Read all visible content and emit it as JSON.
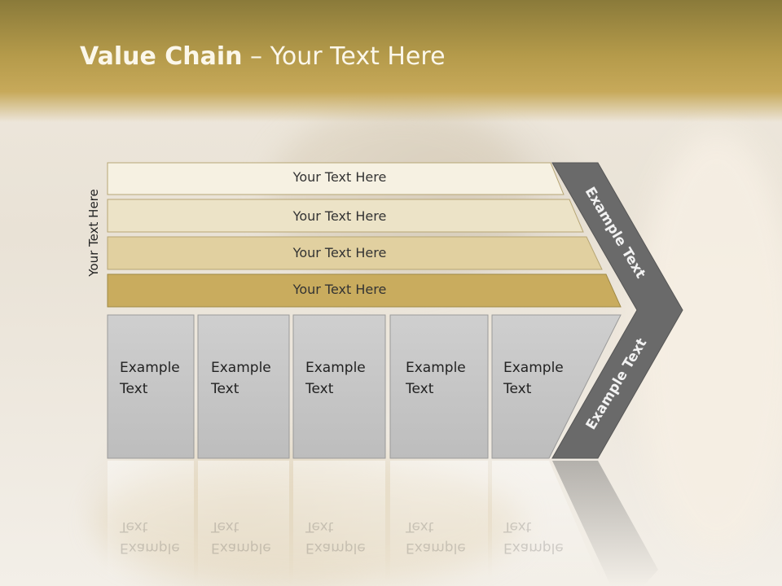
{
  "title": {
    "bold": "Value Chain",
    "rest": " – Your Text Here"
  },
  "side_label": "Your Text Here",
  "rows": [
    "Your Text Here",
    "Your Text Here",
    "Your Text Here",
    "Your Text Here"
  ],
  "boxes": [
    {
      "line1": "Example",
      "line2": "Text"
    },
    {
      "line1": "Example",
      "line2": "Text"
    },
    {
      "line1": "Example",
      "line2": "Text"
    },
    {
      "line1": "Example",
      "line2": "Text"
    },
    {
      "line1": "Example",
      "line2": "Text"
    }
  ],
  "chevron_top": "Example Text",
  "chevron_bottom": "Example Text",
  "colors": {
    "row1": "#f6f1e2",
    "row2": "#ece3c7",
    "row3": "#e1d0a0",
    "row4": "#c9ac5e",
    "box": "#c8c8c8",
    "chevron": "#6a6a6a"
  }
}
